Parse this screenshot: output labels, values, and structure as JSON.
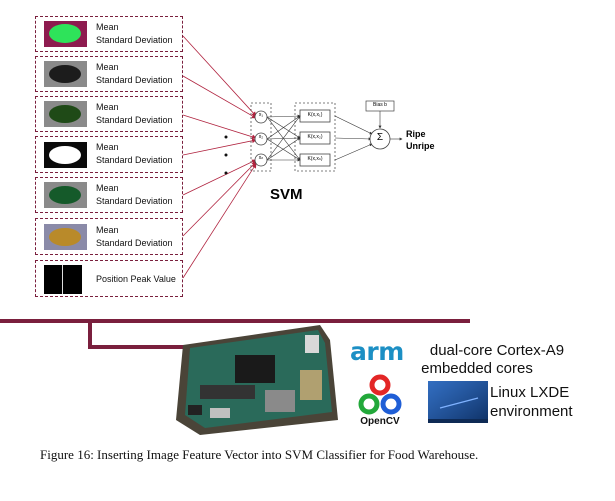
{
  "features": [
    {
      "lines": [
        "Mean",
        "Standard Deviation"
      ],
      "thumb": "green-ellipse-on-magenta"
    },
    {
      "lines": [
        "Mean",
        "Standard Deviation"
      ],
      "thumb": "dark-ellipse-on-gray"
    },
    {
      "lines": [
        "Mean",
        "Standard Deviation"
      ],
      "thumb": "dark-green-ellipse-on-gray"
    },
    {
      "lines": [
        "Mean",
        "Standard Deviation"
      ],
      "thumb": "white-ellipse-on-black"
    },
    {
      "lines": [
        "Mean",
        "Standard Deviation"
      ],
      "thumb": "dark-green-ellipse-on-gray"
    },
    {
      "lines": [
        "Mean",
        "Standard Deviation"
      ],
      "thumb": "gold-ellipse-on-gray"
    },
    {
      "lines": [
        "Position Peak Value"
      ],
      "thumb": "black-split-panel"
    }
  ],
  "svm": {
    "title": "SVM",
    "inputs": [
      "x₁",
      "x₂",
      "xₙ"
    ],
    "kernels": [
      "K(x,x₁)",
      "K(x,x₂)",
      "K(x,xₙ)"
    ],
    "bias": "Bias b",
    "sum": "Σ",
    "outputs": [
      "Ripe",
      "Unripe"
    ]
  },
  "platform": {
    "arm_logo": "arm",
    "arm_text": [
      "dual-core Cortex-A9",
      "embedded cores"
    ],
    "opencv_label": "OpenCV",
    "linux_text": [
      "Linux LXDE",
      "environment"
    ]
  },
  "caption": "Figure 16:    Inserting Image Feature Vector into SVM Classifier for Food Warehouse.",
  "colors": {
    "frame": "#7a1f3d",
    "arrow": "#b0233f",
    "arm": "#1c8fc4"
  }
}
